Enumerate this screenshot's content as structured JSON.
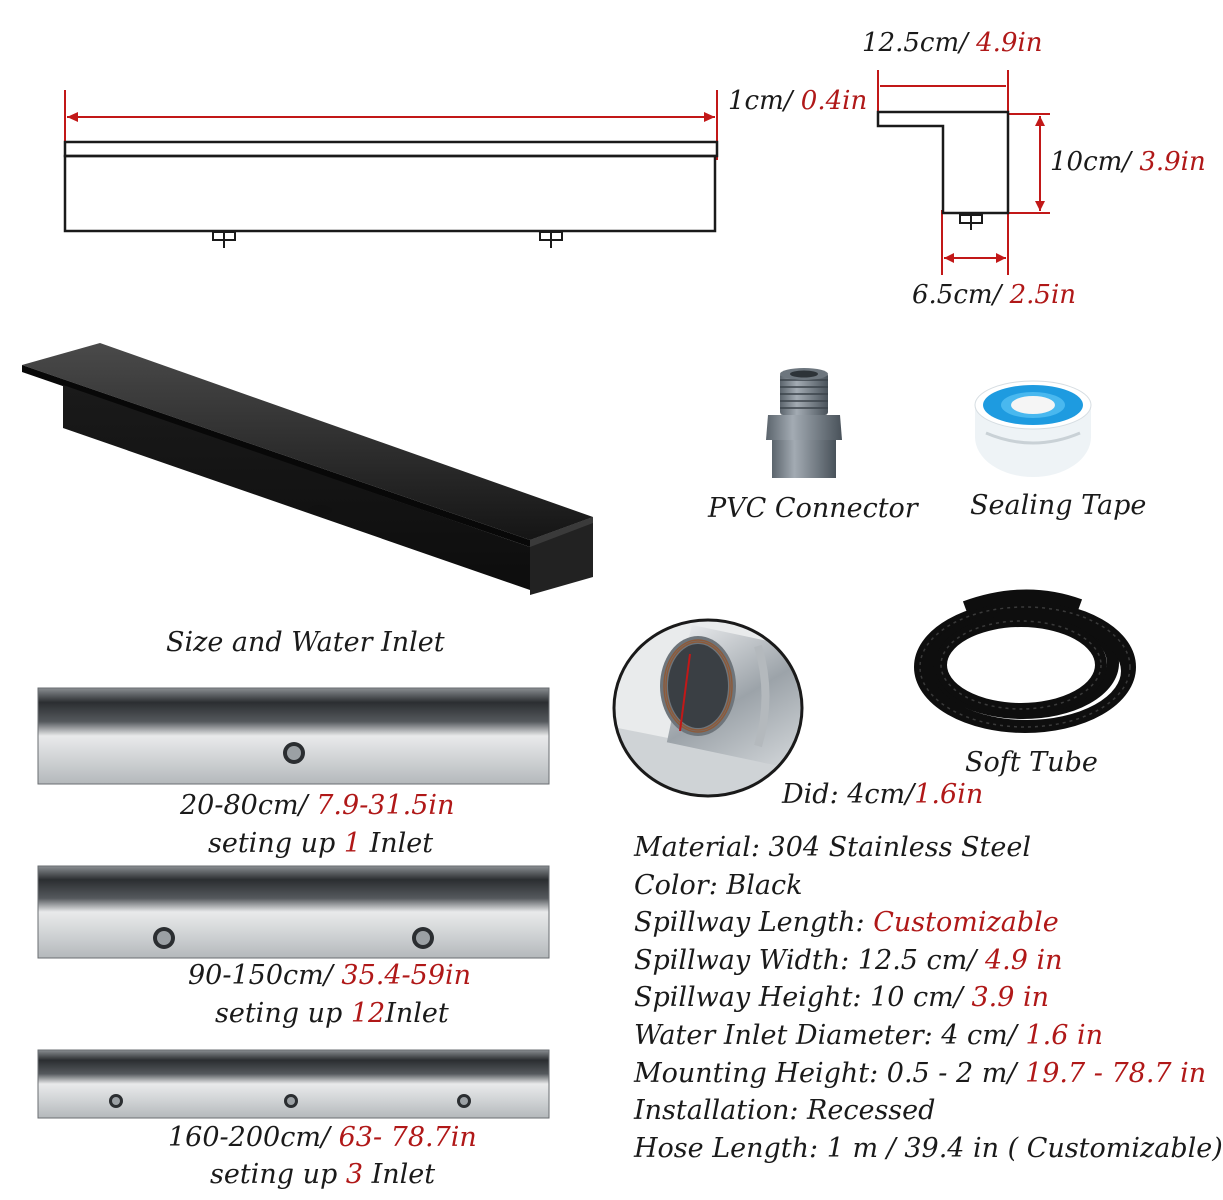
{
  "dimensions": {
    "length_line": "",
    "width_top": {
      "cm": "12.5cm/ ",
      "in": "4.9in"
    },
    "lip": {
      "cm": "1cm/ ",
      "in": "0.4in"
    },
    "height": {
      "cm": "10cm/ ",
      "in": "3.9in"
    },
    "bottom": {
      "cm": "6.5cm/ ",
      "in": "2.5in"
    }
  },
  "accessories": {
    "pvc": "PVC Connector",
    "tape": "Sealing Tape",
    "tube": "Soft Tube",
    "inlet": {
      "label": "Did: 4cm/",
      "in": "1.6in"
    }
  },
  "sizes": {
    "title": "Size and Water Inlet",
    "items": [
      {
        "range": "20-80cm/ ",
        "range_in": "7.9-31.5in",
        "pre": "seting up ",
        "count": "1",
        "post": " Inlet"
      },
      {
        "range": "90-150cm/ ",
        "range_in": "35.4-59in",
        "pre": "seting up ",
        "count": "12",
        "post": "Inlet"
      },
      {
        "range": "160-200cm/ ",
        "range_in": "63- 78.7in",
        "pre": "seting up ",
        "count": "3",
        "post": " Inlet"
      }
    ]
  },
  "specs": [
    {
      "label": "Material: 304 Stainless Steel",
      "value": ""
    },
    {
      "label": "Color: Black",
      "value": ""
    },
    {
      "label": "Spillway Length: ",
      "value": "Customizable"
    },
    {
      "label": "Spillway Width: 12.5 cm/ ",
      "value": "4.9 in"
    },
    {
      "label": "Spillway Height: 10 cm/ ",
      "value": "3.9 in"
    },
    {
      "label": "Water Inlet Diameter: 4 cm/ ",
      "value": "1.6 in"
    },
    {
      "label": "Mounting Height: 0.5 - 2 m/ ",
      "value": "19.7 - 78.7 in"
    },
    {
      "label": "Installation: Recessed",
      "value": ""
    },
    {
      "label": "Hose Length: 1 m / 39.4 in ( Customizable)",
      "value": ""
    }
  ],
  "colors": {
    "accent_red": "#b01818",
    "line": "#1a1a1a",
    "product_black": "#1b1b1b"
  }
}
